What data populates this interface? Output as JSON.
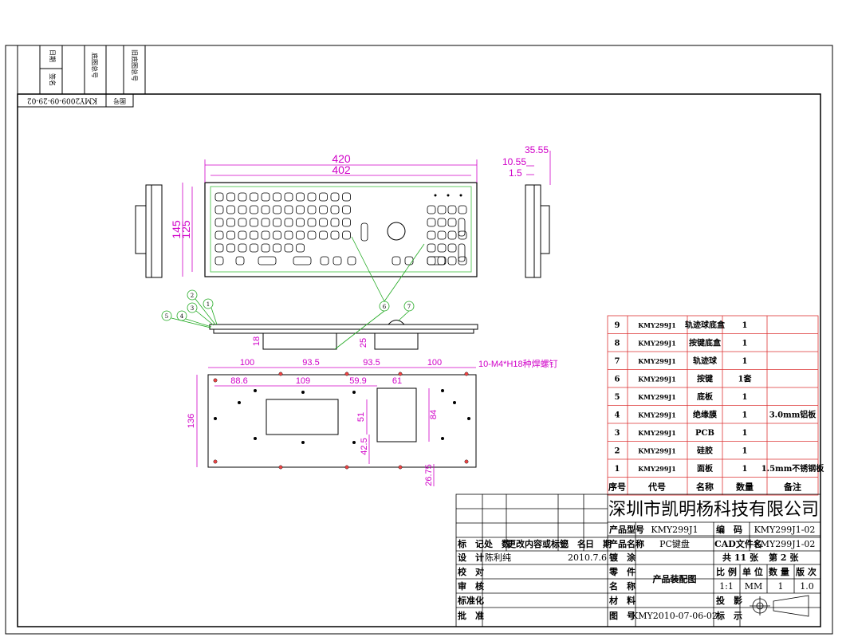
{
  "side_stamp": {
    "date": "日期",
    "sign": "签名",
    "base_no": "底图总号",
    "old_base_no": "旧底图总号",
    "drawing_no_label": "图号",
    "drawing_no": "KMY2009-09-29-02"
  },
  "dims": {
    "overall_width": "420",
    "inner_width": "402",
    "overall_height": "145",
    "inner_height": "125",
    "side_a": "35.55",
    "side_b": "10.55",
    "side_c": "1.5",
    "sec_a": "18",
    "sec_b": "25",
    "bot_a": "100",
    "bot_b": "93.5",
    "bot_c": "93.5",
    "bot_d": "100",
    "bot_e": "88.6",
    "bot_f": "109",
    "bot_g": "59.9",
    "bot_h": "61",
    "bot_h2": "136",
    "bot_i": "51",
    "bot_j": "84",
    "bot_k": "42.5",
    "bot_l": "26.75",
    "stud_note": "10-M4*H18种焊螺钉"
  },
  "balloons": [
    "1",
    "2",
    "3",
    "4",
    "5",
    "6",
    "7"
  ],
  "bom": {
    "header": {
      "no": "序号",
      "code": "代号",
      "name": "名称",
      "qty": "数量",
      "remark": "备注"
    },
    "rows": [
      {
        "no": "9",
        "code": "KMY299J1",
        "name": "轨迹球底盒",
        "qty": "1",
        "remark": ""
      },
      {
        "no": "8",
        "code": "KMY299J1",
        "name": "按键底盒",
        "qty": "1",
        "remark": ""
      },
      {
        "no": "7",
        "code": "KMY299J1",
        "name": "轨迹球",
        "qty": "1",
        "remark": ""
      },
      {
        "no": "6",
        "code": "KMY299J1",
        "name": "按键",
        "qty": "1套",
        "remark": ""
      },
      {
        "no": "5",
        "code": "KMY299J1",
        "name": "底板",
        "qty": "1",
        "remark": ""
      },
      {
        "no": "4",
        "code": "KMY299J1",
        "name": "绝缘膜",
        "qty": "1",
        "remark": "3.0mm铝板"
      },
      {
        "no": "3",
        "code": "KMY299J1",
        "name": "PCB",
        "qty": "1",
        "remark": ""
      },
      {
        "no": "2",
        "code": "KMY299J1",
        "name": "硅胶",
        "qty": "1",
        "remark": ""
      },
      {
        "no": "1",
        "code": "KMY299J1",
        "name": "面板",
        "qty": "1",
        "remark": "1.5mm不锈钢板"
      }
    ]
  },
  "title_block": {
    "company": "深圳市凯明杨科技有限公司",
    "model_label": "产品型号",
    "model": "KMY299J1",
    "code_label": "编　码",
    "code": "KMY299J1-02",
    "name_label": "产品名称",
    "name": "PC键盘",
    "cad_label": "CAD文件名",
    "cad": "KMY299J1-02",
    "marks": "标　记",
    "places": "处　数",
    "change": "更改内容或标记",
    "sign": "签　名",
    "date": "日　期",
    "design": "设　计",
    "designer": "陈利纯",
    "design_date": "2010.7.6",
    "plating": "镀　涂",
    "sheets": "共 11 张",
    "sheet_no": "第 2 张",
    "check": "校　对",
    "part": "零　件",
    "part2": "名　称",
    "part_name": "产品装配图",
    "scale_l": "比 例",
    "unit_l": "单 位",
    "qty_l": "数 量",
    "ver_l": "版 次",
    "review": "审　核",
    "scale": "1:1",
    "unit": "MM",
    "qty": "1",
    "ver": "1.0",
    "std": "标准化",
    "material": "材　料",
    "proj_l": "投　影",
    "approve": "批　准",
    "drawing_label": "图　号",
    "drawing_no": "KMY2010-07-06-02",
    "proj_l2": "标　示"
  }
}
